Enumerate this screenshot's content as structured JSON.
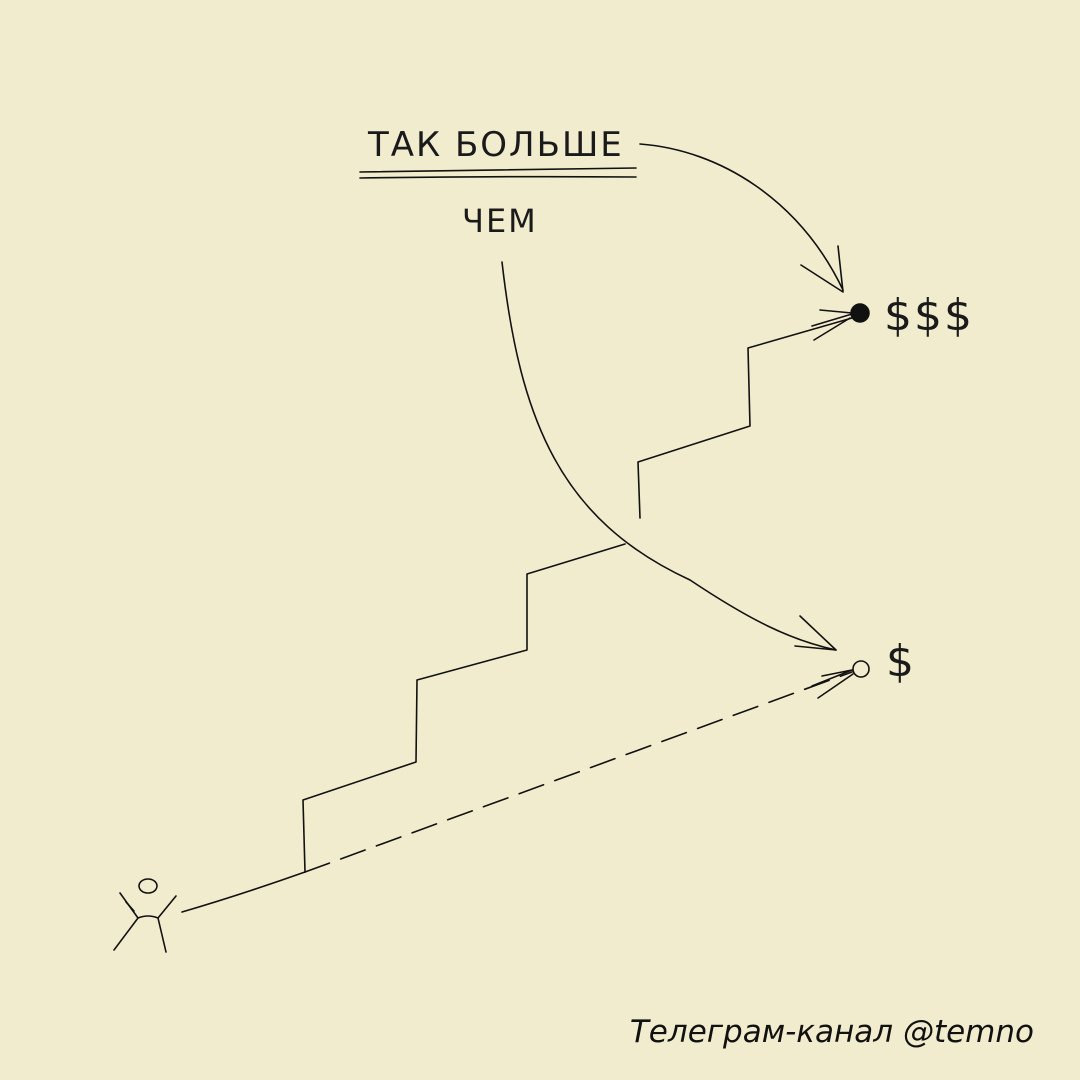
{
  "labels": {
    "top": "ТАК БОЛЬШЕ",
    "middle": "ЧЕМ",
    "high_goal": "$$$",
    "low_goal": "$"
  },
  "footer": {
    "channel": "Телеграм-канал @temno"
  },
  "colors": {
    "background": "#f2ecce",
    "ink": "#111111"
  }
}
